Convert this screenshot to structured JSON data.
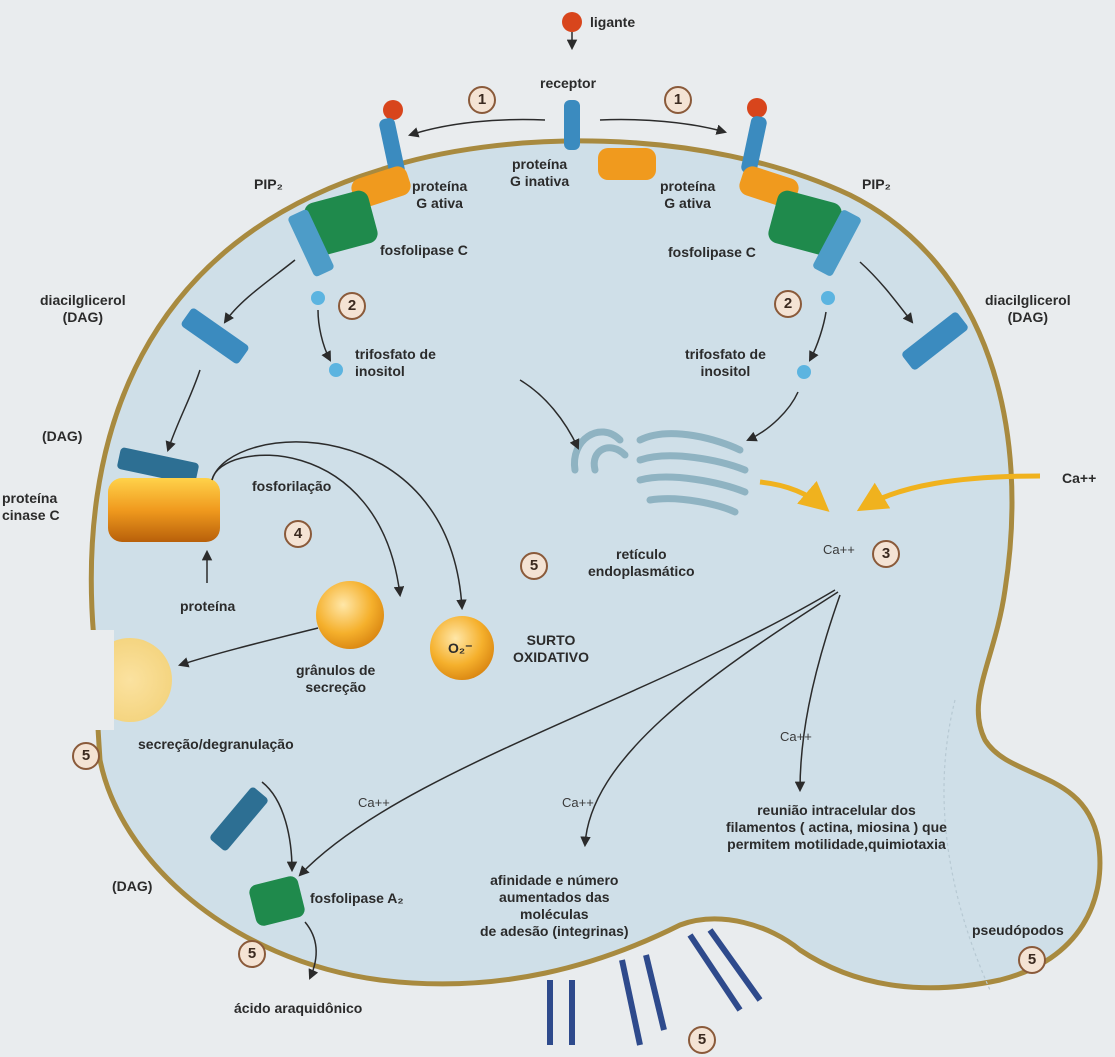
{
  "labels": {
    "ligante": "ligante",
    "receptor": "receptor",
    "proteina_g_inativa": "proteína\nG inativa",
    "pip2_left": "PIP₂",
    "pip2_right": "PIP₂",
    "proteina_g_ativa_left": "proteína\nG ativa",
    "proteina_g_ativa_right": "proteína\nG ativa",
    "fosfolipase_c_left": "fosfolipase C",
    "fosfolipase_c_right": "fosfolipase C",
    "diacilglicerol_left": "diacilglicerol\n(DAG)",
    "diacilglicerol_right": "diacilglicerol\n(DAG)",
    "trifosfato_left": "trifosfato de\ninositol",
    "trifosfato_right": "trifosfato de\ninositol",
    "dag_left": "(DAG)",
    "proteina_cinase_c": "proteína\ncinase C",
    "fosforilacao": "fosforilação",
    "proteina": "proteína",
    "reticulo": "retículo\nendoplasmático",
    "ca_ext": "Ca++",
    "ca_center": "Ca++",
    "granulos": "grânulos de\nsecreção",
    "o2": "O₂⁻",
    "surto_oxidativo": "SURTO\nOXIDATIVO",
    "secrecao": "secreção/degranulação",
    "ca_mid_right": "Ca++",
    "ca_lower_left": "Ca++",
    "ca_lower_mid": "Ca++",
    "reuniao": "reunião intracelular dos\nfilamentos ( actina, miosina ) que\npermitem motilidade,quimiotaxia",
    "dag_bottom": "(DAG)",
    "fosfolipase_a2": "fosfolipase A₂",
    "afinidade": "afinidade e número\naumentados das\nmoléculas\nde adesão (integrinas)",
    "acido": "ácido araquidônico",
    "pseudopodos": "pseudópodos"
  },
  "steps": {
    "s1a": "1",
    "s1b": "1",
    "s2a": "2",
    "s2b": "2",
    "s3": "3",
    "s4": "4",
    "s5_center": "5",
    "s5_left": "5",
    "s5_pla2": "5",
    "s5_bottom": "5",
    "s5_pseudo": "5"
  },
  "colors": {
    "membrane": "#a88a3f",
    "cytoplasm": "#cfdfe8",
    "receptor": "#3b8bbf",
    "ligand": "#d8451c",
    "g_protein": "#f09a1e",
    "phospholipase": "#1f8a4c",
    "granule": "#f2a220",
    "calcium_arrow": "#f0b21e",
    "reticulum": "#8fb3c2",
    "integrin": "#2e4a8c"
  }
}
